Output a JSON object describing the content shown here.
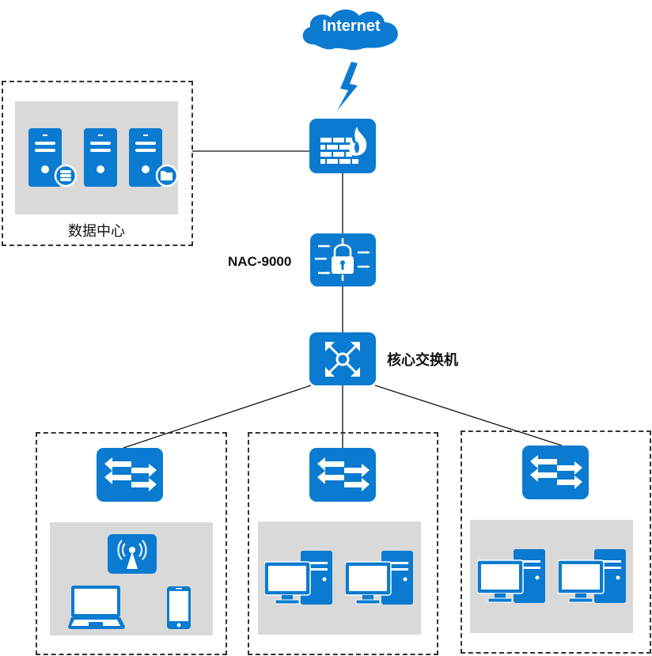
{
  "diagram": {
    "brand_color": "#0a7bd0",
    "panel_color": "#d9d9d9",
    "internet": {
      "label": "Internet",
      "icon": "cloud-icon",
      "link_icon": "lightning-icon"
    },
    "firewall": {
      "icon": "firewall-icon"
    },
    "nac": {
      "label": "NAC-9000",
      "icon": "nac-lock-icon"
    },
    "core_switch": {
      "label": "核心交换机",
      "icon": "core-switch-icon"
    },
    "datacenter": {
      "label": "数据中心",
      "servers": [
        {
          "icon": "database-server-icon",
          "badge": "database-icon"
        },
        {
          "icon": "server-icon",
          "badge": ""
        },
        {
          "icon": "file-server-icon",
          "badge": "folder-icon"
        }
      ]
    },
    "access_zones": [
      {
        "switch_icon": "access-switch-icon",
        "devices": [
          "wireless-ap-icon",
          "laptop-icon",
          "smartphone-icon"
        ]
      },
      {
        "switch_icon": "access-switch-icon",
        "devices": [
          "desktop-pc-icon",
          "desktop-pc-icon"
        ]
      },
      {
        "switch_icon": "access-switch-icon",
        "devices": [
          "desktop-pc-icon",
          "desktop-pc-icon"
        ]
      }
    ]
  }
}
